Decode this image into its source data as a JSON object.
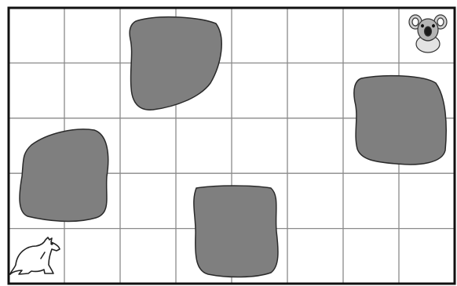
{
  "grid": {
    "columns": 8,
    "rows": 5,
    "line_color": "#8a8a8a",
    "border_color": "#111111"
  },
  "rocks": {
    "fill_color": "#7f7f7f",
    "stroke_color": "#2a2a2a",
    "count": 4
  },
  "characters": {
    "kangaroo": {
      "icon": "kangaroo-icon",
      "column": 1,
      "row": 5
    },
    "koala": {
      "icon": "koala-icon",
      "column": 8,
      "row": 1
    }
  }
}
